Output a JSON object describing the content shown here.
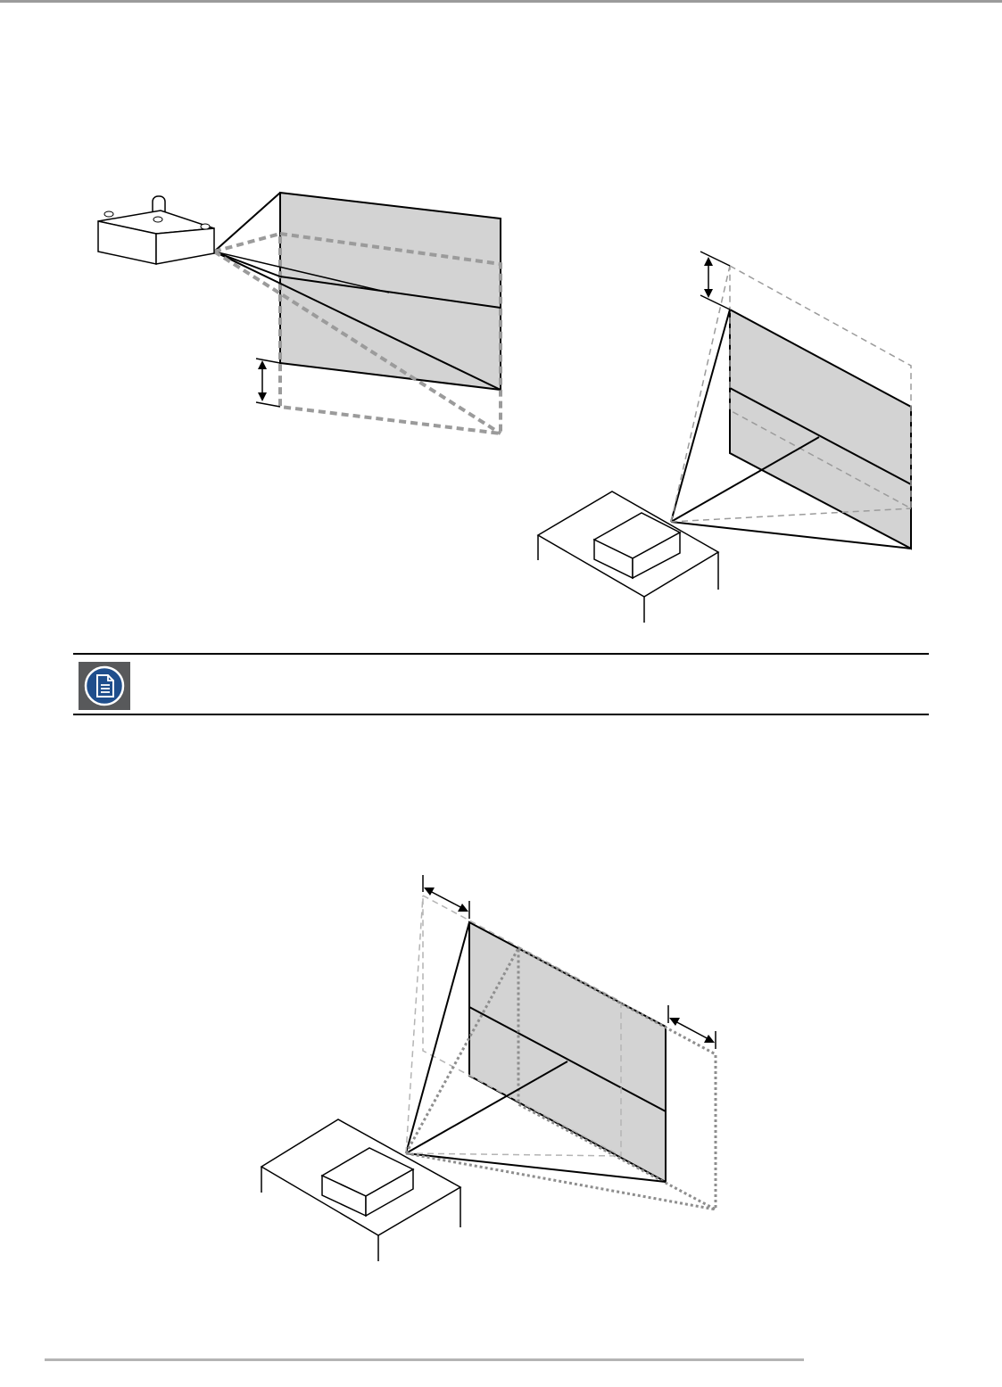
{
  "page": {
    "note_text": "",
    "note_icon": "document-note-icon"
  },
  "figures": [
    {
      "name": "ceiling-mount-vertical-shift-diagram"
    },
    {
      "name": "table-mount-vertical-shift-diagram"
    },
    {
      "name": "table-mount-horizontal-shift-diagram"
    }
  ],
  "colors": {
    "screen_fill": "#d3d3d3",
    "dashed_outline": "#9b9b9b",
    "rule": "#b4b4b4",
    "icon_bg": "#58595b",
    "icon_circle": "#1f4e8c"
  }
}
